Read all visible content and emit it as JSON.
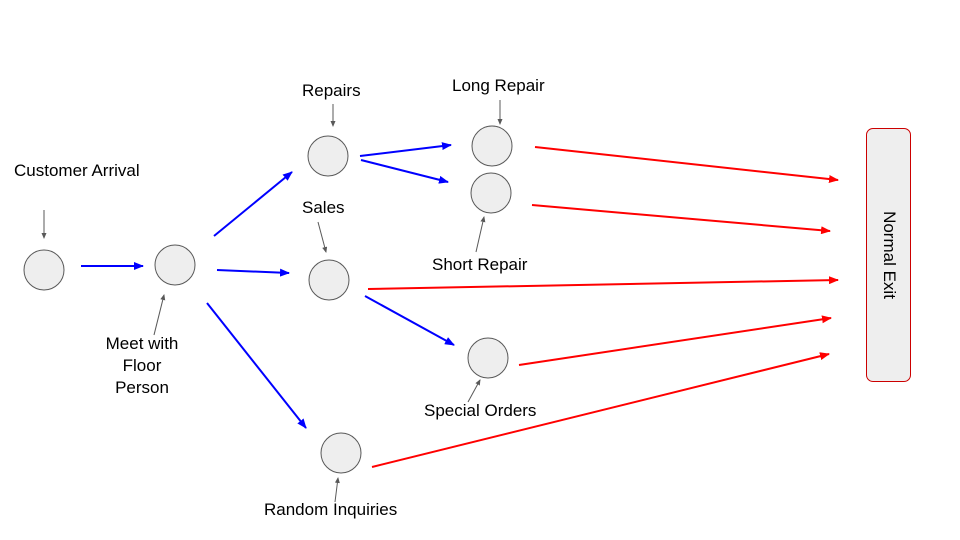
{
  "labels": {
    "customer_arrival": "Customer Arrival",
    "meet_floor_line1": "Meet with",
    "meet_floor_line2": "Floor",
    "meet_floor_line3": "Person",
    "repairs": "Repairs",
    "sales": "Sales",
    "random_inquiries": "Random Inquiries",
    "long_repair": "Long Repair",
    "short_repair": "Short Repair",
    "special_orders": "Special Orders",
    "normal_exit": "Normal Exit"
  },
  "colors": {
    "flow_arrow": "#0000ff",
    "exit_arrow": "#ff0000",
    "node_fill": "#eeeeee",
    "node_stroke": "#595959",
    "exit_box_border": "#cc0000"
  }
}
